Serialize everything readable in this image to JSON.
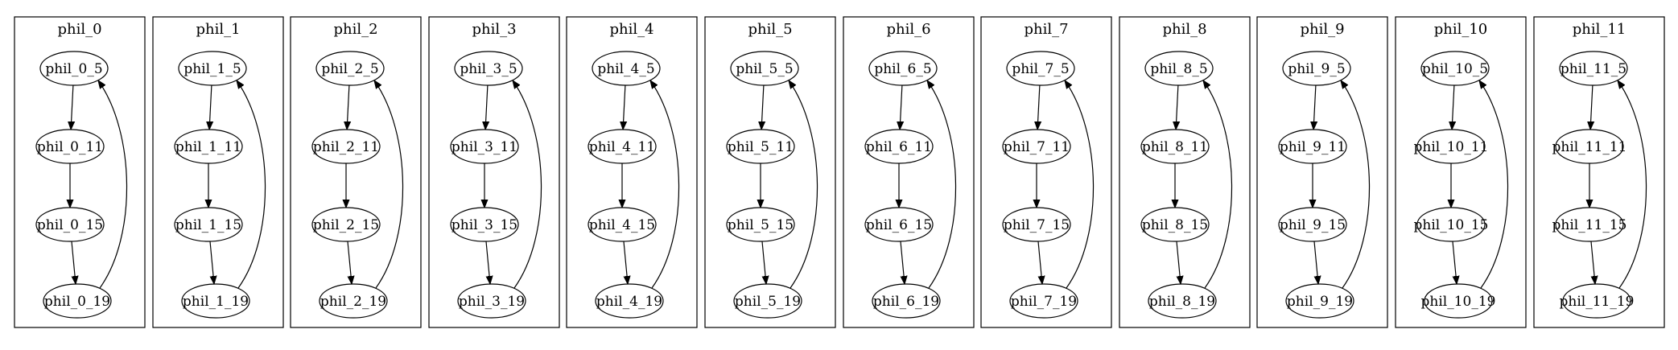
{
  "diagram": {
    "type": "directed-graph",
    "colors": {
      "stroke": "#000000",
      "fill": "#ffffff"
    },
    "clusters": [
      {
        "label": "phil_0",
        "nodes": [
          "phil_0_5",
          "phil_0_11",
          "phil_0_15",
          "phil_0_19"
        ]
      },
      {
        "label": "phil_1",
        "nodes": [
          "phil_1_5",
          "phil_1_11",
          "phil_1_15",
          "phil_1_19"
        ]
      },
      {
        "label": "phil_2",
        "nodes": [
          "phil_2_5",
          "phil_2_11",
          "phil_2_15",
          "phil_2_19"
        ]
      },
      {
        "label": "phil_3",
        "nodes": [
          "phil_3_5",
          "phil_3_11",
          "phil_3_15",
          "phil_3_19"
        ]
      },
      {
        "label": "phil_4",
        "nodes": [
          "phil_4_5",
          "phil_4_11",
          "phil_4_15",
          "phil_4_19"
        ]
      },
      {
        "label": "phil_5",
        "nodes": [
          "phil_5_5",
          "phil_5_11",
          "phil_5_15",
          "phil_5_19"
        ]
      },
      {
        "label": "phil_6",
        "nodes": [
          "phil_6_5",
          "phil_6_11",
          "phil_6_15",
          "phil_6_19"
        ]
      },
      {
        "label": "phil_7",
        "nodes": [
          "phil_7_5",
          "phil_7_11",
          "phil_7_15",
          "phil_7_19"
        ]
      },
      {
        "label": "phil_8",
        "nodes": [
          "phil_8_5",
          "phil_8_11",
          "phil_8_15",
          "phil_8_19"
        ]
      },
      {
        "label": "phil_9",
        "nodes": [
          "phil_9_5",
          "phil_9_11",
          "phil_9_15",
          "phil_9_19"
        ]
      },
      {
        "label": "phil_10",
        "nodes": [
          "phil_10_5",
          "phil_10_11",
          "phil_10_15",
          "phil_10_19"
        ]
      },
      {
        "label": "phil_11",
        "nodes": [
          "phil_11_5",
          "phil_11_11",
          "phil_11_15",
          "phil_11_19"
        ]
      }
    ],
    "edges_per_cluster": [
      [
        0,
        1
      ],
      [
        1,
        2
      ],
      [
        2,
        3
      ],
      [
        3,
        0
      ]
    ]
  }
}
